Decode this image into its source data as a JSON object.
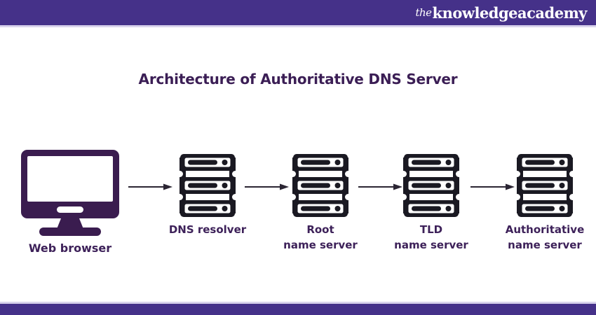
{
  "header": {
    "logo": {
      "the": "the",
      "knowledge": "knowledge",
      "academy": "academy"
    }
  },
  "title": "Architecture of Authoritative DNS Server",
  "diagram": {
    "nodes": [
      {
        "id": "web-browser",
        "icon": "monitor-icon",
        "lines": [
          "Web browser"
        ]
      },
      {
        "id": "dns-resolver",
        "icon": "server-stack-icon",
        "lines": [
          "DNS resolver"
        ]
      },
      {
        "id": "root-name-server",
        "icon": "server-stack-icon",
        "lines": [
          "Root",
          "name server"
        ]
      },
      {
        "id": "tld-name-server",
        "icon": "server-stack-icon",
        "lines": [
          "TLD",
          "name server"
        ]
      },
      {
        "id": "authoritative-name-server",
        "icon": "server-stack-icon",
        "lines": [
          "Authoritative",
          "name server"
        ]
      }
    ],
    "arrow_count": 4
  },
  "colors": {
    "header_purple": "#453189",
    "separator_lavender": "#d9d3ec",
    "title_text": "#3b1e55",
    "label_text": "#3d2159",
    "monitor_purple": "#3a1c4f",
    "server_black": "#1a1922",
    "arrow": "#2b2533",
    "background": "#ffffff"
  }
}
